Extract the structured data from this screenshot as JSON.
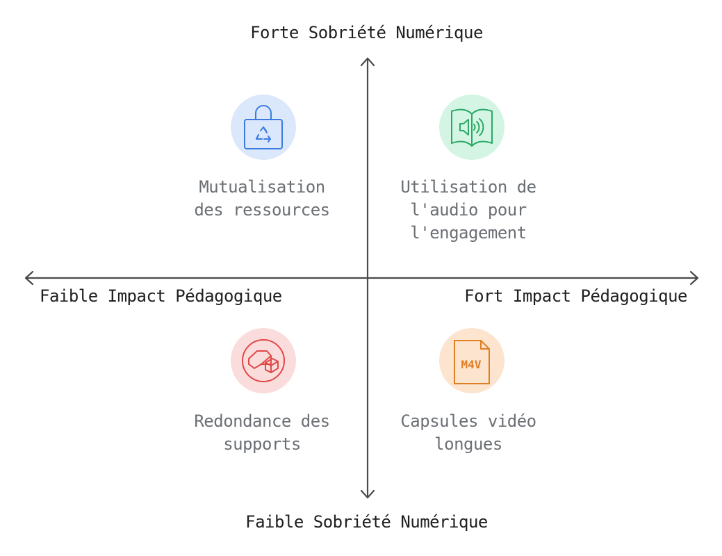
{
  "axes": {
    "top": "Forte Sobriété Numérique",
    "bottom": "Faible Sobriété Numérique",
    "left": "Faible Impact Pédagogique",
    "right": "Fort Impact Pédagogique"
  },
  "quadrants": {
    "top_left": {
      "lines": [
        "Mutualisation",
        "des ressources"
      ],
      "icon": "shopping-bag-recycle-icon",
      "circle_color": "#dbe8fb",
      "icon_color": "#3b7be0"
    },
    "top_right": {
      "lines": [
        "Utilisation de",
        "l'audio pour",
        "l'engagement"
      ],
      "icon": "audio-book-icon",
      "circle_color": "#d4f5e3",
      "icon_color": "#2aa866"
    },
    "bottom_left": {
      "lines": [
        "Redondance des",
        "supports"
      ],
      "icon": "duplicate-shapes-icon",
      "circle_color": "#fbdcdc",
      "icon_color": "#e04848"
    },
    "bottom_right": {
      "lines": [
        "Capsules vidéo",
        "longues"
      ],
      "icon": "m4v-file-icon",
      "icon_text": "M4V",
      "circle_color": "#fde4cf",
      "icon_color": "#e07e22"
    }
  }
}
